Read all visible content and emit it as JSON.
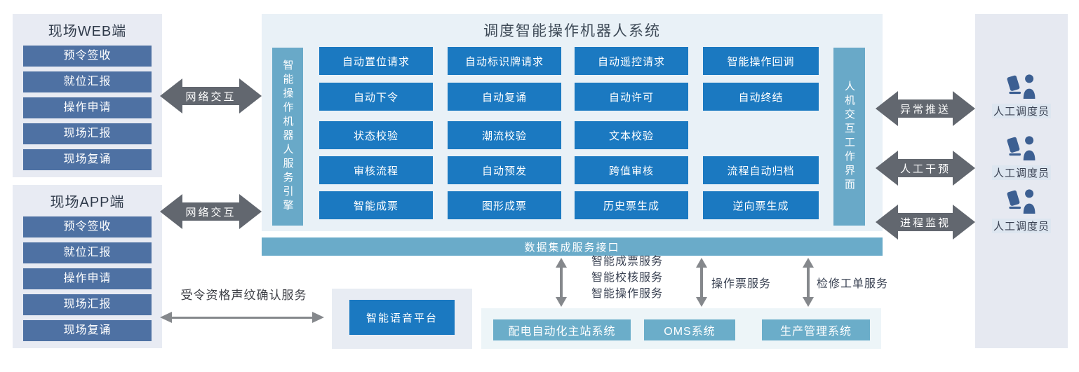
{
  "colors": {
    "primary_blue": "#1b79c1",
    "slate_blue": "#4e71a3",
    "teal": "#6aabc9",
    "arrow_dark_gray": "#62676f",
    "arrow_light_gray": "#85888c",
    "panel_light_lavender": "#e8ebf3",
    "panel_light_blue": "#e9f1f7",
    "icon_blue": "#3c5f92"
  },
  "web_panel": {
    "title": "现场WEB端",
    "items": [
      "预令签收",
      "就位汇报",
      "操作申请",
      "现场汇报",
      "现场复诵"
    ]
  },
  "app_panel": {
    "title": "现场APP端",
    "items": [
      "预令签收",
      "就位汇报",
      "操作申请",
      "现场汇报",
      "现场复诵"
    ]
  },
  "network": {
    "label": "网络交互"
  },
  "robot": {
    "title": "调度智能操作机器人系统",
    "left_bar": "智能操作机器人服务引擎",
    "right_bar": "人机交互工作界面",
    "grid": [
      [
        "自动置位请求",
        "自动标识牌请求",
        "自动遥控请求",
        "智能操作回调"
      ],
      [
        "自动下令",
        "自动复诵",
        "自动许可",
        "自动终结"
      ],
      [
        "状态校验",
        "潮流校验",
        "文本校验"
      ],
      [
        "审核流程",
        "自动预发",
        "跨值审核",
        "流程自动归档"
      ],
      [
        "智能成票",
        "图形成票",
        "历史票生成",
        "逆向票生成"
      ]
    ]
  },
  "bus": {
    "label": "数据集成服务接口"
  },
  "integration": {
    "left_services": [
      "智能成票服务",
      "智能校核服务",
      "智能操作服务"
    ],
    "mid_service": "操作票服务",
    "right_service": "检修工单服务"
  },
  "external_systems": {
    "items": [
      "配电自动化主站系统",
      "OMS系统",
      "生产管理系统"
    ]
  },
  "voice": {
    "arrow_label": "受令资格声纹确认服务",
    "platform": "智能语音平台"
  },
  "right_side": {
    "arrows": [
      "异常推送",
      "人工干预",
      "进程监视"
    ],
    "operator_label": "人工调度员"
  }
}
